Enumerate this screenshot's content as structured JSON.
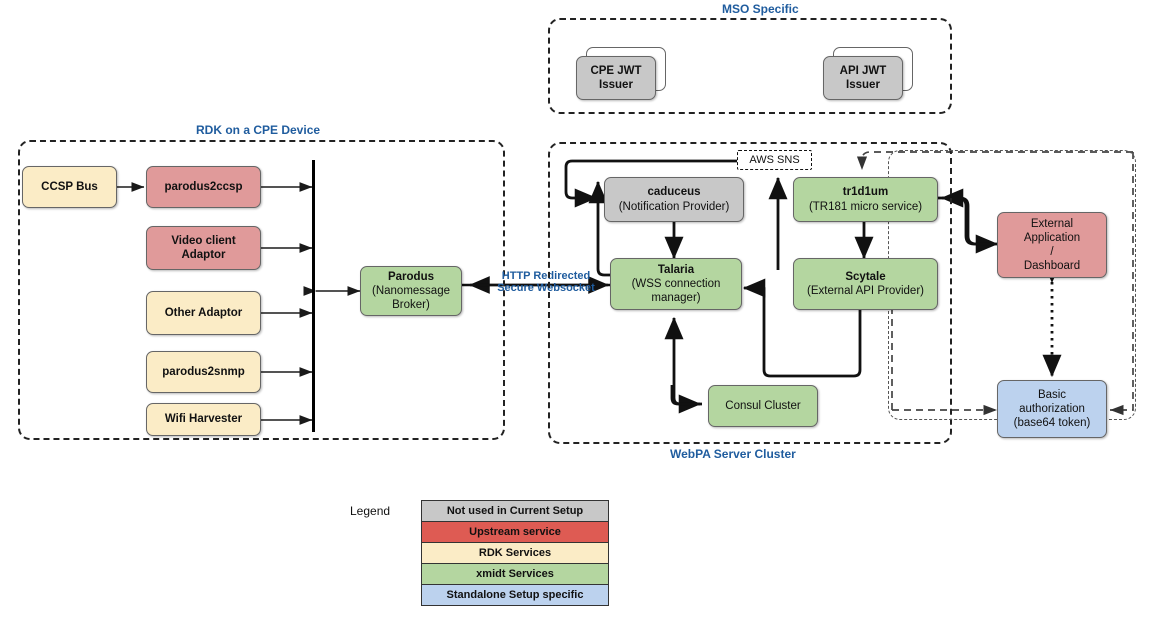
{
  "diagram": {
    "title_hidden": "",
    "colors": {
      "grey": "#c8c8c8",
      "red": "#e09a9a",
      "cream": "#fbecc6",
      "green": "#b4d6a0",
      "blue": "#bcd2ee",
      "legend_red": "#de5b53",
      "label_blue": "#1f5c9e",
      "stroke": "#666666",
      "wire": "#1a1a1a"
    }
  },
  "groups": {
    "rdk": {
      "label": "RDK on a CPE Device"
    },
    "mso": {
      "label": "MSO Specific"
    },
    "webpa": {
      "label": "WebPA Server Cluster"
    }
  },
  "mso_nodes": [
    {
      "name": "cpe-jwt-issuer",
      "title": "CPE JWT",
      "sub": "Issuer",
      "fill": "grey"
    },
    {
      "name": "api-jwt-issuer",
      "title": "API JWT",
      "sub": "Issuer",
      "fill": "grey"
    }
  ],
  "rdk_nodes": [
    {
      "name": "ccsp-bus",
      "title": "CCSP Bus",
      "sub": "",
      "fill": "cream"
    },
    {
      "name": "parodus2ccsp",
      "title": "parodus2ccsp",
      "sub": "",
      "fill": "red"
    },
    {
      "name": "video-client-adaptor",
      "title": "Video client",
      "sub": "Adaptor",
      "fill": "red"
    },
    {
      "name": "other-adaptor",
      "title": "Other Adaptor",
      "sub": "",
      "fill": "cream"
    },
    {
      "name": "parodus2snmp",
      "title": "parodus2snmp",
      "sub": "",
      "fill": "cream"
    },
    {
      "name": "wifi-harvester",
      "title": "Wifi Harvester",
      "sub": "",
      "fill": "cream"
    },
    {
      "name": "parodus",
      "title": "Parodus",
      "sub": "(Nanomessage Broker)",
      "fill": "green"
    }
  ],
  "webpa_nodes": [
    {
      "name": "aws-sns",
      "title": "AWS SNS",
      "sub": "",
      "fill": "white"
    },
    {
      "name": "caduceus",
      "title": "caduceus",
      "sub": "(Notification Provider)",
      "fill": "grey"
    },
    {
      "name": "tr1d1um",
      "title": "tr1d1um",
      "sub": "(TR181 micro service)",
      "fill": "green"
    },
    {
      "name": "talaria",
      "title": "Talaria",
      "sub": "(WSS connection manager)",
      "fill": "green"
    },
    {
      "name": "scytale",
      "title": "Scytale",
      "sub": "(External API Provider)",
      "fill": "green"
    },
    {
      "name": "consul-cluster",
      "title": "Consul Cluster",
      "sub": "",
      "fill": "green"
    }
  ],
  "external_nodes": [
    {
      "name": "external-application-dashboard",
      "title": "External Application / Dashboard",
      "lines": [
        "External",
        "Application",
        "/",
        "Dashboard"
      ],
      "fill": "red"
    },
    {
      "name": "basic-authorization",
      "title": "Basic authorization",
      "lines": [
        "Basic",
        "authorization",
        "(base64 token)"
      ],
      "fill": "blue"
    }
  ],
  "edge_labels": {
    "websocket": [
      "HTTP Redirected",
      "Secure Websocket"
    ]
  },
  "legend": {
    "title": "Legend",
    "rows": [
      {
        "label": "Not used in Current Setup",
        "fill": "#c8c8c8"
      },
      {
        "label": "Upstream service",
        "fill": "#de5b53"
      },
      {
        "label": "RDK Services",
        "fill": "#fbecc6"
      },
      {
        "label": "xmidt Services",
        "fill": "#b4d6a0"
      },
      {
        "label": "Standalone Setup specific",
        "fill": "#bcd2ee"
      }
    ]
  }
}
